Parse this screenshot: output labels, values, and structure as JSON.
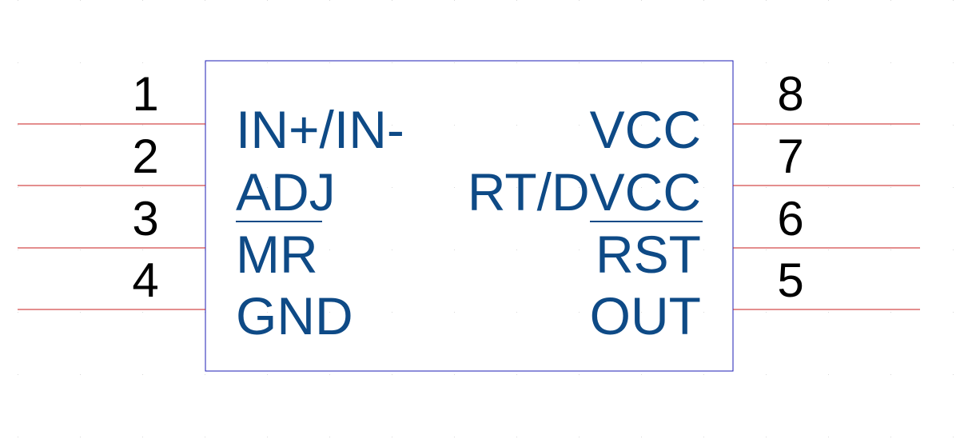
{
  "component": {
    "left_pins": [
      {
        "number": "1",
        "name": "IN+/IN-",
        "overline": false
      },
      {
        "number": "2",
        "name": "ADJ",
        "overline": false
      },
      {
        "number": "3",
        "name": "MR",
        "overline": true
      },
      {
        "number": "4",
        "name": "GND",
        "overline": false
      }
    ],
    "right_pins": [
      {
        "number": "8",
        "name": "VCC",
        "overline": false
      },
      {
        "number": "7",
        "name": "RT/DVCC",
        "overline": false
      },
      {
        "number": "6",
        "name": "RST",
        "overline": true
      },
      {
        "number": "5",
        "name": "OUT",
        "overline": false
      }
    ]
  },
  "colors": {
    "body_outline": "#1c1cb4",
    "pin_line": "#c81e1e",
    "pin_name": "#0e4a86",
    "pin_number": "#000000",
    "grid_dot": "#d8d8d8",
    "background": "#ffffff"
  }
}
